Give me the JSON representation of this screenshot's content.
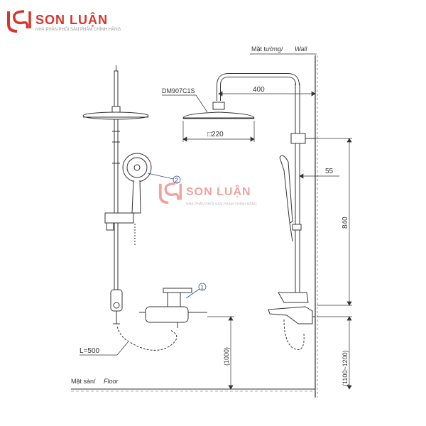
{
  "brand": {
    "name": "SON LUẬN",
    "tagline": "NHÀ PHÂN PHỐI SẢN PHẨM CHÍNH HÃNG",
    "accent_color": "#d9342b"
  },
  "labels": {
    "wall_vi": "Mặt tường/",
    "wall_en": "Wall",
    "floor_vi": "Mặt sàn/",
    "floor_en": "Floor",
    "model": "DM907C1S",
    "dim_arm": "400",
    "dim_head": "□220",
    "dim_offset": "55",
    "dim_height": "840",
    "dim_mixer": "(1000)",
    "dim_range": "(1100~1200)",
    "hose": "L=500",
    "callout_1": "1",
    "callout_2": "2"
  }
}
